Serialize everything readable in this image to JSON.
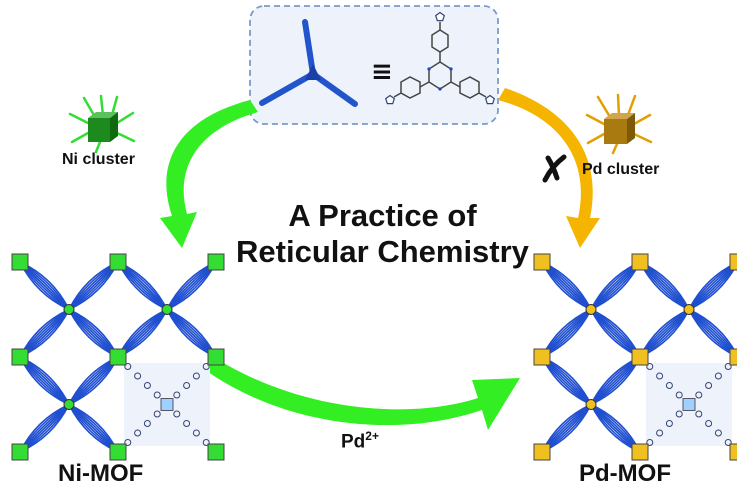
{
  "title": {
    "line1": "A Practice of",
    "line2": "Reticular Chemistry"
  },
  "linker": {
    "equals_symbol": "≡"
  },
  "clusters": {
    "ni_label": "Ni cluster",
    "pd_label": "Pd cluster"
  },
  "mofs": {
    "ni_label": "Ni-MOF",
    "pd_label": "Pd-MOF"
  },
  "exchange": {
    "ion_base": "Pd",
    "ion_charge": "2+"
  },
  "blocked_mark": "✗",
  "colors": {
    "green_arrow": "#33ee22",
    "orange_arrow": "#f5b400",
    "linker_blue": "#2255cc",
    "ni_cluster": "#1c9a1c",
    "pd_cluster": "#b8860b",
    "ni_node": "#33dd33",
    "pd_node": "#f0c020",
    "framework_blue": "#1f4fd0",
    "dashed_box": "#7a9acc"
  }
}
